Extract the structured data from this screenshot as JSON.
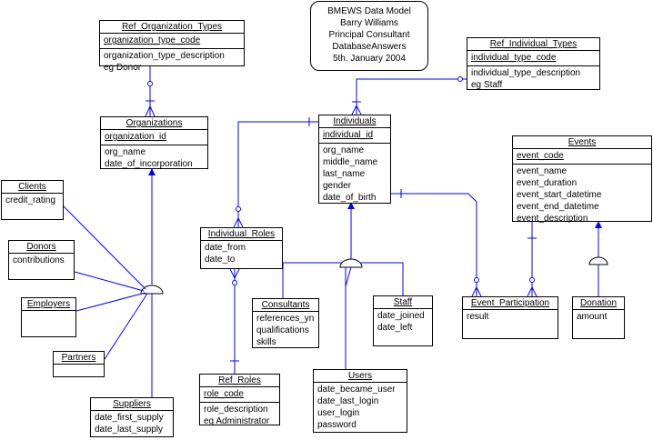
{
  "note": {
    "lines": [
      "BMEWS Data  Model",
      "Barry Williams",
      "Principal Consultant",
      "DatabaseAnswers",
      "5th. January 2004"
    ]
  },
  "entities": {
    "ref_organization_types": {
      "title": "Ref_Organization_Types",
      "pk": [
        "organization_type_code"
      ],
      "attrs": [
        "organization_type_description",
        "eg Donor"
      ]
    },
    "organizations": {
      "title": "Organizations",
      "pk": [
        "organization_id"
      ],
      "attrs": [
        "org_name",
        "date_of_incorporation"
      ]
    },
    "ref_individual_types": {
      "title": "Ref_Individual_Types",
      "pk": [
        "individual_type_code"
      ],
      "attrs": [
        "individual_type_description",
        "eg Staff"
      ]
    },
    "individuals": {
      "title": "Individuals",
      "pk": [
        "individual_id"
      ],
      "attrs": [
        "org_name",
        "middle_name",
        "last_name",
        "gender",
        "date_of_birth"
      ]
    },
    "events": {
      "title": "Events",
      "pk": [
        "event_code"
      ],
      "attrs": [
        "event_name",
        "event_duration",
        "event_start_datetime",
        "event_end_datetime",
        "event_description"
      ]
    },
    "clients": {
      "title": "Clients",
      "pk": [
        "credit_rating"
      ],
      "attrs": []
    },
    "donors": {
      "title": "Donors",
      "pk": [
        "contributions"
      ],
      "attrs": []
    },
    "employers": {
      "title": "Employers",
      "pk": [],
      "attrs": []
    },
    "partners": {
      "title": "Partners",
      "pk": [],
      "attrs": []
    },
    "suppliers": {
      "title": "Suppliers",
      "pk": [
        "date_first_supply",
        "date_last_supply"
      ],
      "attrs": []
    },
    "individual_roles": {
      "title": "Individual_Roles",
      "pk": [
        "date_from",
        "date_to"
      ],
      "attrs": []
    },
    "consultants": {
      "title": "Consultants",
      "pk": [
        "references_yn",
        "qualifications",
        "skills"
      ],
      "attrs": []
    },
    "staff": {
      "title": "Staff",
      "pk": [
        "date_joined",
        "date_left"
      ],
      "attrs": []
    },
    "users": {
      "title": "Users",
      "pk": [
        "date_became_user",
        "date_last_login",
        "user_login",
        "password"
      ],
      "attrs": []
    },
    "ref_roles": {
      "title": "Ref_Roles",
      "pk": [
        "role_code"
      ],
      "attrs": [
        "role_description",
        "eg Administrator"
      ]
    },
    "event_participation": {
      "title": "Event_Participation",
      "pk": [
        "result"
      ],
      "attrs": []
    },
    "donation": {
      "title": "Donation",
      "pk": [
        "amount"
      ],
      "attrs": []
    }
  },
  "colors": {
    "connector": "#0000ff",
    "border": "#000000",
    "background": "#ffffff"
  }
}
